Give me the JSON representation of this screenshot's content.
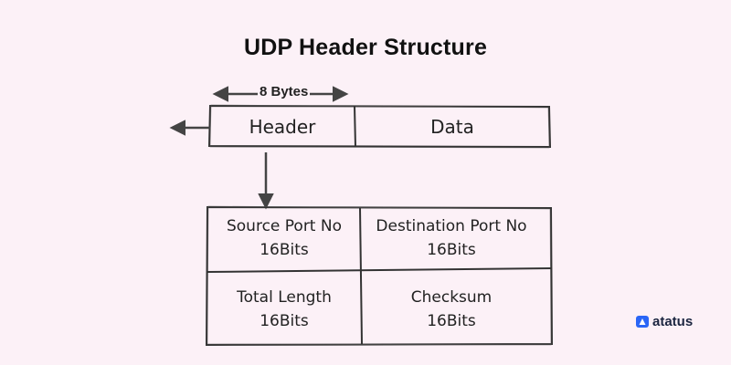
{
  "title": "UDP Header Structure",
  "bytes_label": "8 Bytes",
  "segment": {
    "header_label": "Header",
    "data_label": "Data"
  },
  "fields": [
    {
      "name": "Source Port No",
      "size": "16Bits"
    },
    {
      "name": "Destination Port No",
      "size": "16Bits"
    },
    {
      "name": "Total Length",
      "size": "16Bits"
    },
    {
      "name": "Checksum",
      "size": "16Bits"
    }
  ],
  "brand": {
    "name": "atatus",
    "icon": "atatus-logo-icon",
    "color": "#2a66f6"
  },
  "colors": {
    "background": "#fcf1f7",
    "stroke": "#333333"
  }
}
